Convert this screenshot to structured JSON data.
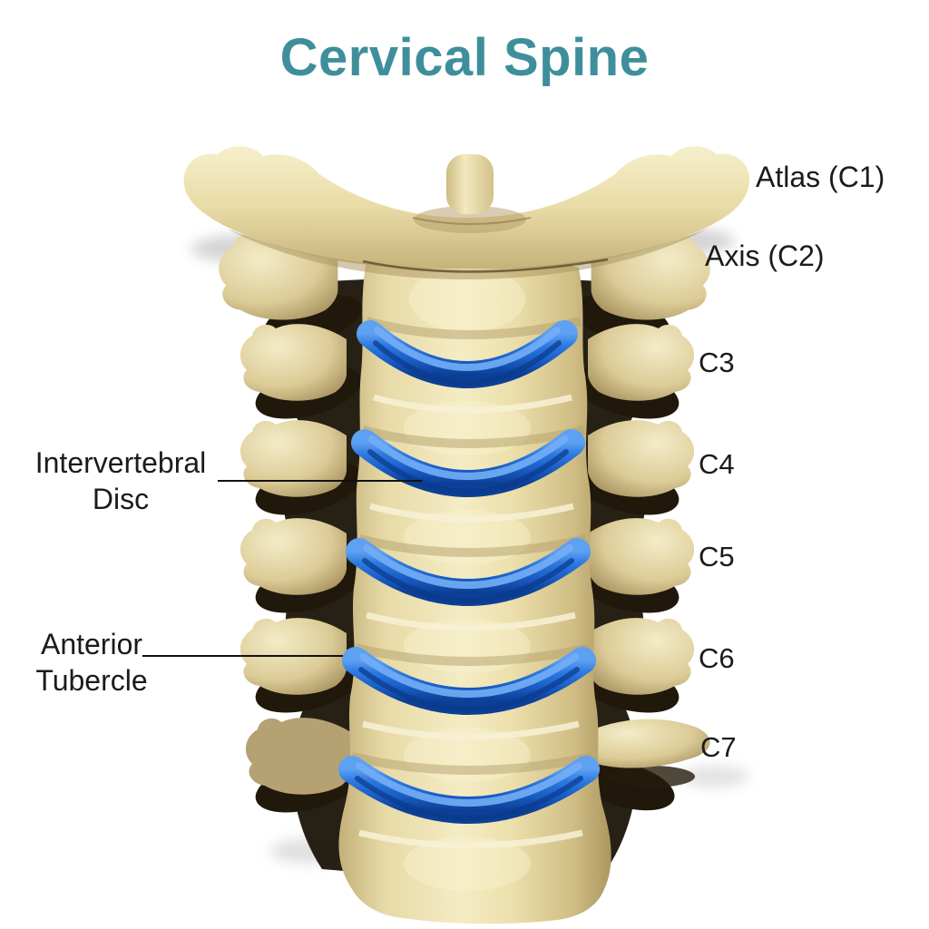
{
  "title": "Cervical Spine",
  "labels": {
    "atlas": "Atlas (C1)",
    "axis": "Axis (C2)",
    "c3": "C3",
    "c4": "C4",
    "c5": "C5",
    "c6": "C6",
    "c7": "C7",
    "intervertebral_disc": {
      "line1": "Intervertebral",
      "line2": "Disc"
    },
    "anterior_tubercle": {
      "line1": "Anterior",
      "line2": "Tubercle"
    }
  },
  "colors": {
    "title_teal": "#3e8f9b",
    "label_text": "#1b1b1b",
    "leader_line": "#111111",
    "background": "#ffffff",
    "bone_light": "#f6efcb",
    "bone_base": "#e6d7a4",
    "bone_shadow": "#a8925f",
    "deep_shadow": "#1c1507",
    "disc_blue": "#1e66cf",
    "disc_blue_light": "#6aa8f4",
    "disc_blue_dark": "#0c3f96"
  }
}
